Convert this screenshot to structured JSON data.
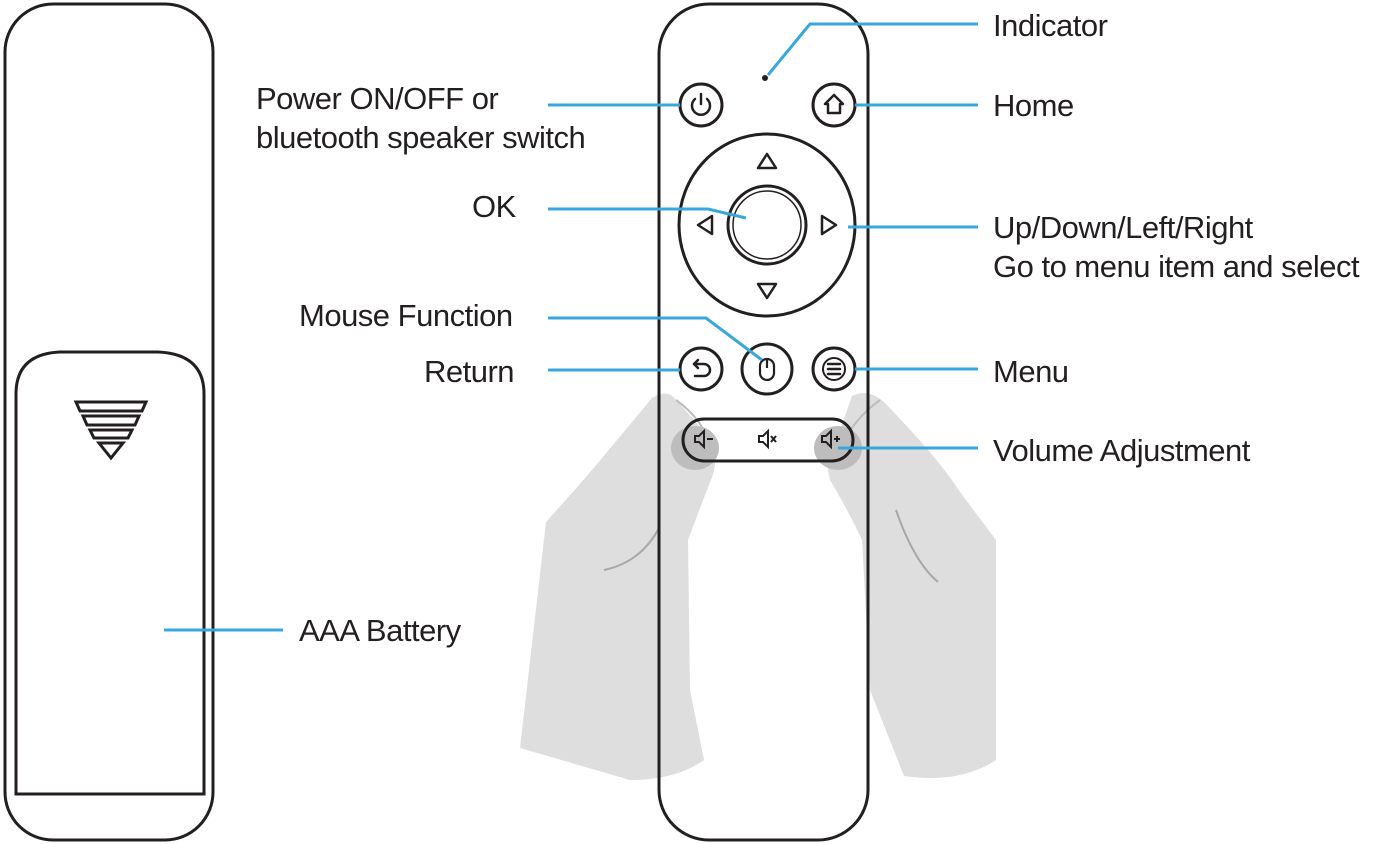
{
  "labels": {
    "indicator": "Indicator",
    "home": "Home",
    "power_line1": "Power ON/OFF or",
    "power_line2": "bluetooth speaker switch",
    "ok": "OK",
    "dpad_line1": "Up/Down/Left/Right",
    "dpad_line2": "Go to menu item and select",
    "mouse": "Mouse Function",
    "return": "Return",
    "menu": "Menu",
    "volume": "Volume Adjustment",
    "battery": "AAA Battery"
  },
  "colors": {
    "leader_line": "#3aa7dc",
    "outline": "#231f20",
    "hand_fill": "#dedede",
    "hand_stroke": "#a8a8a8",
    "background": "#ffffff"
  },
  "icons": {
    "power": "power-icon",
    "home": "home-icon",
    "return": "return-icon",
    "mouse": "mouse-icon",
    "menu": "menu-icon",
    "volume_down": "volume-down-icon",
    "mute": "mute-icon",
    "volume_up": "volume-up-icon",
    "battery_cover": "battery-cover-arrow-icon"
  }
}
